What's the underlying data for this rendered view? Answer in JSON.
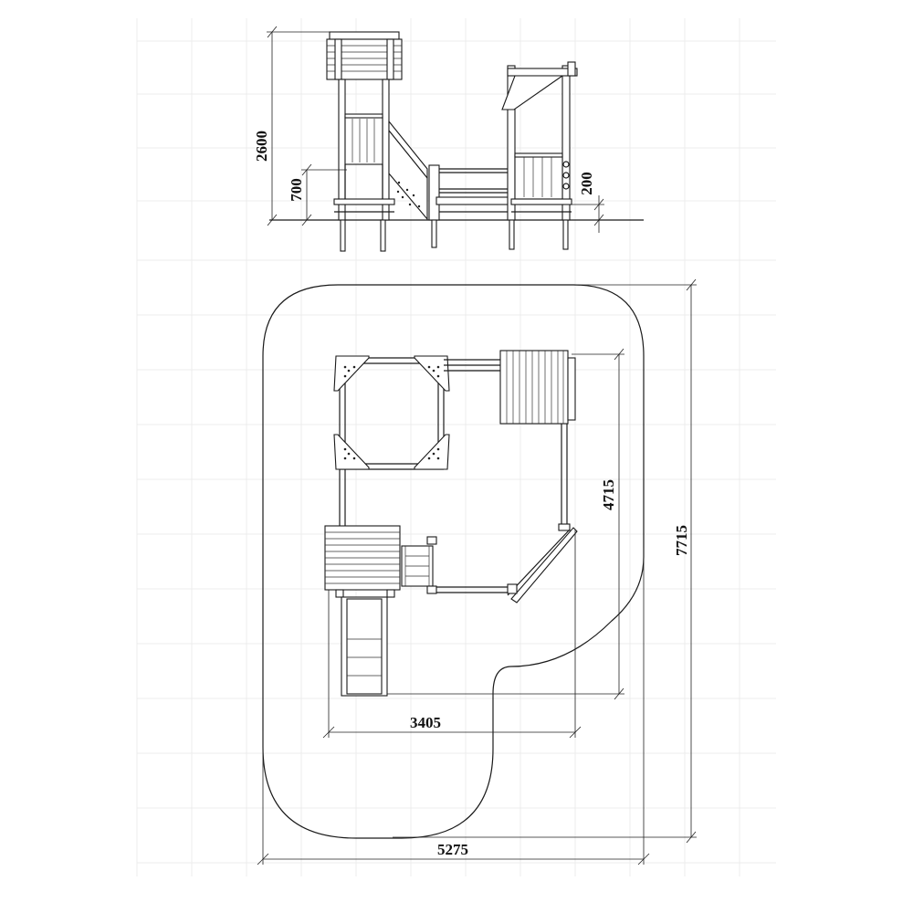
{
  "dimensions": {
    "elevation_height": "2600",
    "elevation_platform_left": "700",
    "elevation_platform_right": "200",
    "plan_depth": "4715",
    "plan_width": "3405",
    "zone_depth": "7715",
    "zone_width": "5275"
  },
  "colors": {
    "line": "#1a1a1a",
    "grid": "#ececec",
    "background": "#ffffff"
  }
}
